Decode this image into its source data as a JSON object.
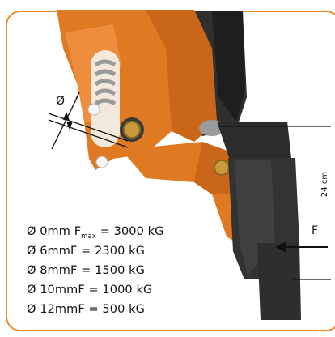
{
  "labels": {
    "diameter": "Ø",
    "height": "24 cm",
    "force": "F"
  },
  "legend": [
    {
      "prefix": "Ø 0mm F",
      "sub": "max",
      "suffix": " = 3000 kG"
    },
    {
      "prefix": "Ø 6mmF = 2300 kG",
      "sub": "",
      "suffix": ""
    },
    {
      "prefix": "Ø 8mmF = 1500 kG",
      "sub": "",
      "suffix": ""
    },
    {
      "prefix": "Ø 10mmF = 1000 kG",
      "sub": "",
      "suffix": ""
    },
    {
      "prefix": "Ø 12mmF = 500 kG",
      "sub": "",
      "suffix": ""
    }
  ],
  "colors": {
    "frame": "#ee8a2c",
    "orange": "#e07a22",
    "dark": "#2e2e2e",
    "brass": "#c89a3a"
  }
}
